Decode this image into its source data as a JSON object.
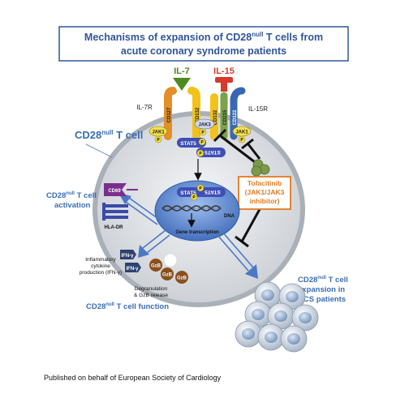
{
  "title": {
    "line1_a": "Mechanisms of expansion of CD28",
    "line1_sup": "null",
    "line1_b": " T cells from",
    "line2": "acute coronary syndrome patients"
  },
  "cytokines": {
    "il7": "IL-7",
    "il15": "IL-15"
  },
  "receptors": {
    "il7r": "IL-7R",
    "il15r": "IL-15R",
    "cd127": "CD127",
    "cd132a": "CD132",
    "cd132b": "CD132",
    "cd215": "CD215",
    "cd122": "CD122"
  },
  "signaling": {
    "jak1_left": "JAK1",
    "jak3": "JAK3",
    "jak1_right": "JAK1",
    "p": "P",
    "stat5": "STAT5",
    "stat5_flipped": "STAT5",
    "dna": "DNA",
    "gene_transcription": "Gene transcription"
  },
  "cell": {
    "label_a": "CD28",
    "label_sup": "null",
    "label_b": " T cell"
  },
  "drug": {
    "line1": "Tofacitinib",
    "line2": "(JAK1/JAK3",
    "line3": "inhibitor)"
  },
  "activation": {
    "line1_a": "CD28",
    "line1_sup": "null",
    "line1_b": " T cell",
    "line2": "activation",
    "cd69": "CD69",
    "hla_dr": "HLA-DR"
  },
  "function": {
    "ifn": "IFN-γ",
    "gzb": "GzB",
    "inflammatory1": "Inflammatory",
    "inflammatory2": "cytokine",
    "inflammatory3": "production (IFN-γ)",
    "degran1": "Degranulation",
    "degran2": "& GzB release",
    "label_a": "CD28",
    "label_sup": "null",
    "label_b": " T cell function"
  },
  "expansion": {
    "line1_a": "CD28",
    "line1_sup": "null",
    "line1_b": " T cell",
    "line2": "expansion in",
    "line3": "ACS patients"
  },
  "footer": "Published on behalf of European Society of Cardiology",
  "colors": {
    "title_blue": "#2f5597",
    "label_blue": "#3a6db5",
    "cell_fill": "#d9dde2",
    "nucleus": "#4a78c4",
    "stat_blue": "#3f4fb5",
    "jak_yellow": "#f4e04a",
    "il7_green": "#4f8a1e",
    "il15_red": "#d63a2a",
    "receptor_yellow": "#f2c21b",
    "receptor_orange": "#e28f26",
    "receptor_green": "#7aa34a",
    "drug_orange": "#e07a1f",
    "gzb_brown": "#8a4f1e",
    "cd69_purple": "#7b2f8c",
    "hla_blue": "#3a4aa8",
    "ifn_navy": "#2d4170"
  }
}
